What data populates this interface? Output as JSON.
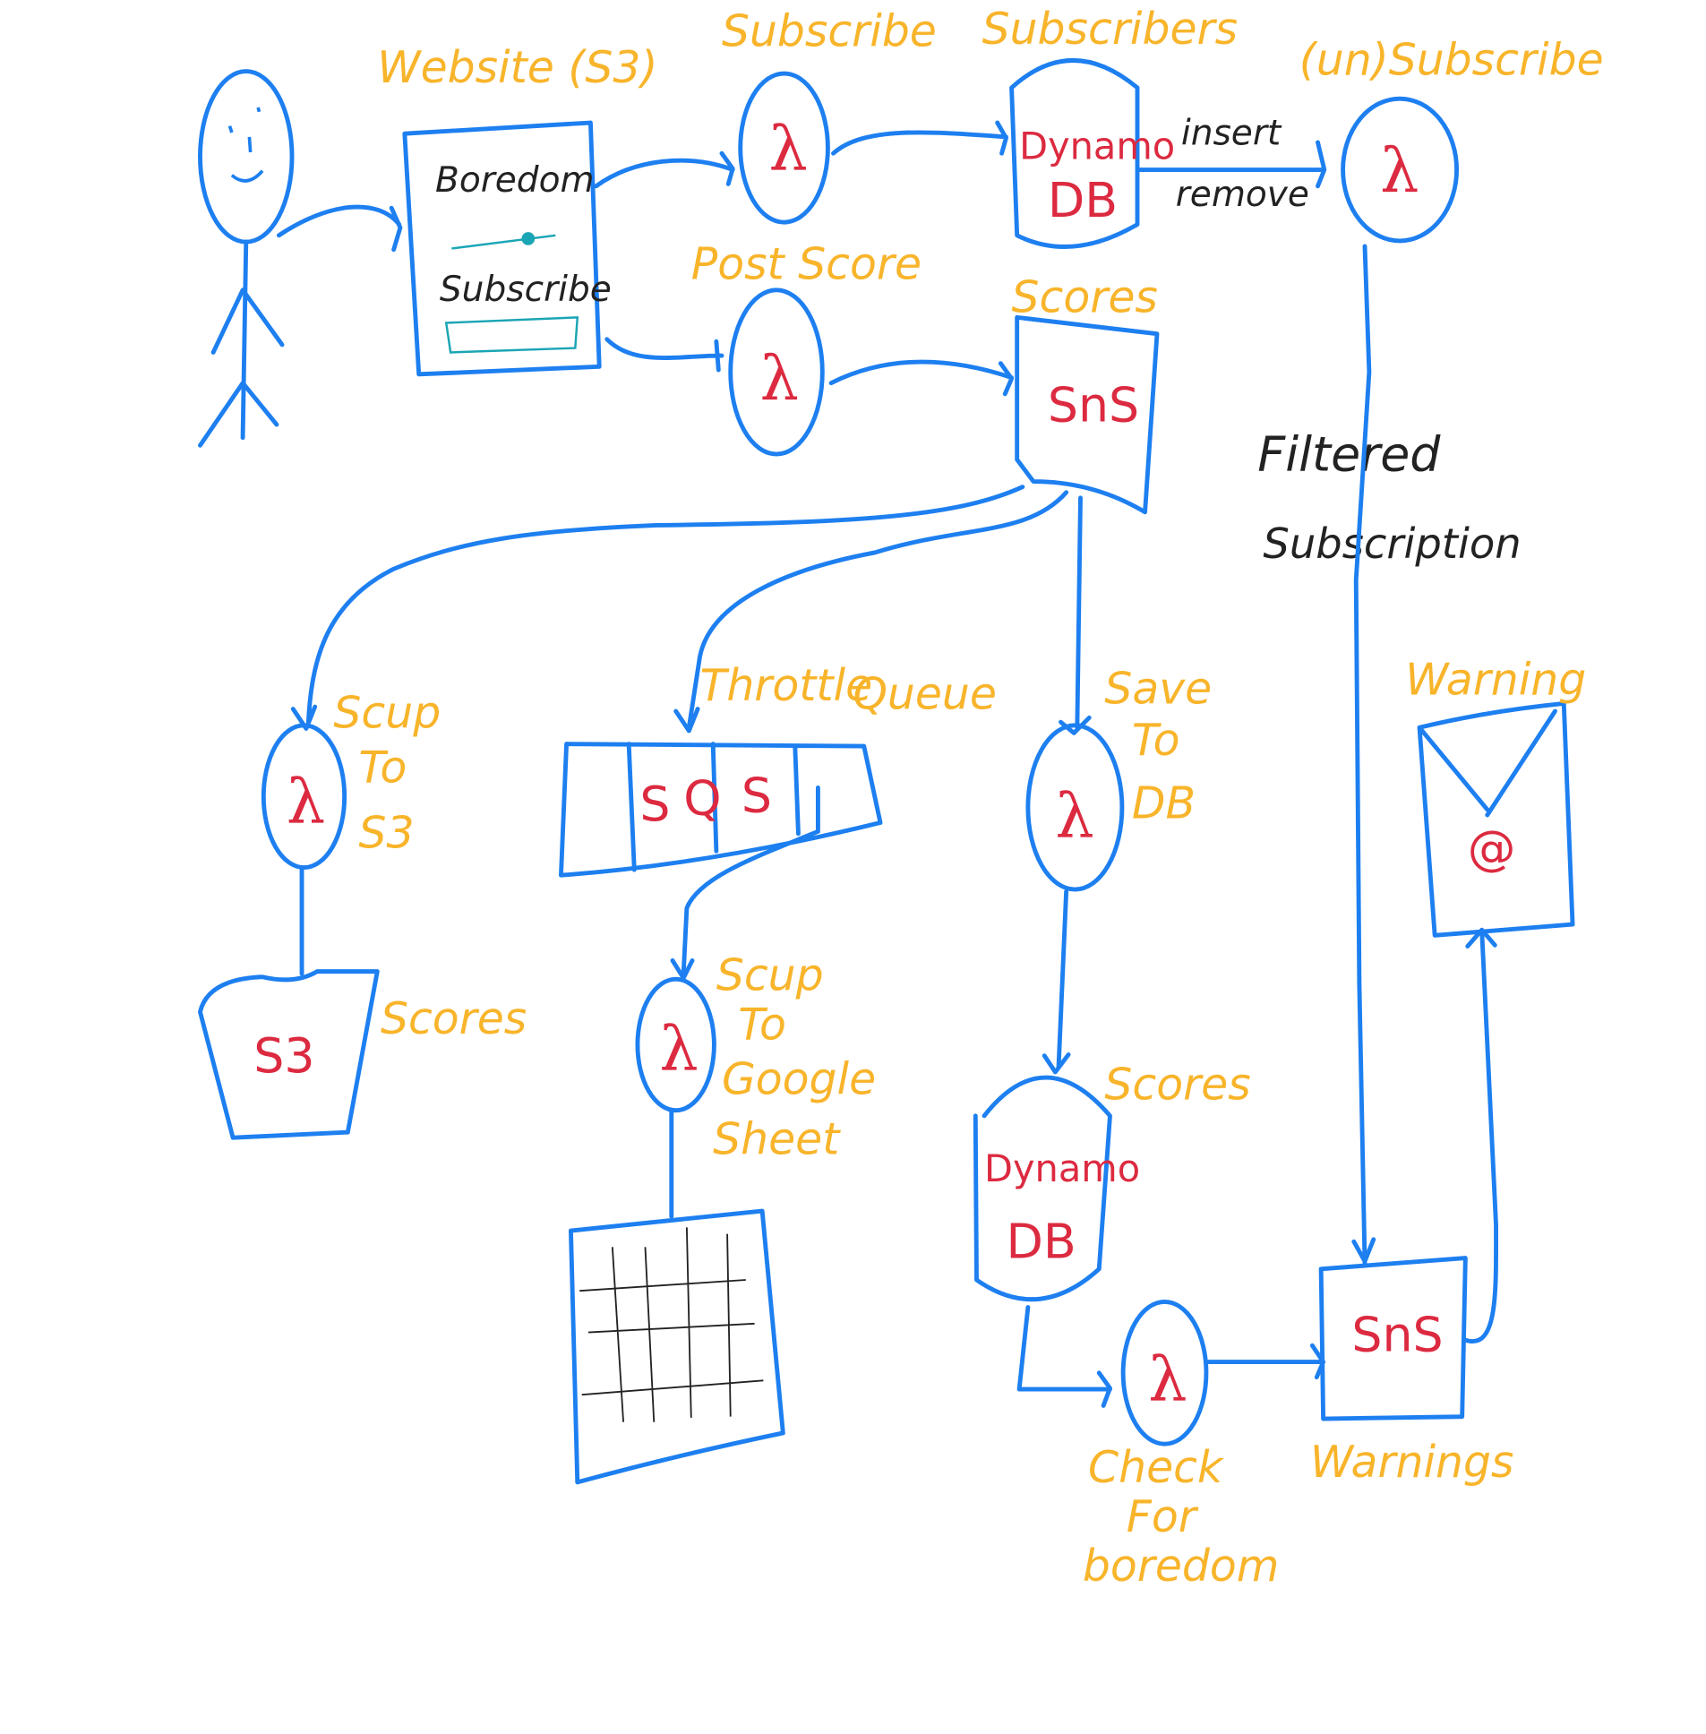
{
  "labels": {
    "website": "Website (S3)",
    "subscribe": "Subscribe",
    "subscribers": "Subscribers",
    "unsubscribe": "(un)Subscribe",
    "post_score": "Post Score",
    "scores_sns": "Scores",
    "insert": "insert",
    "remove": "remove",
    "filtered": "Filtered",
    "subscription": "Subscription",
    "scup_to_s3": [
      "Scup",
      "To",
      "S3"
    ],
    "throttle": "Throttle",
    "queue": "Queue",
    "save_to_db": [
      "Save",
      "To",
      "DB"
    ],
    "scores_s3": "Scores",
    "scup_to_sheet": [
      "Scup",
      "To",
      "Google",
      "Sheet"
    ],
    "scores_db": "Scores",
    "check_for_boredom": [
      "Check",
      "For",
      "boredom"
    ],
    "warnings": "Warnings",
    "warning": "Warning"
  },
  "website_content": {
    "title": "Boredom",
    "subscribe": "Subscribe"
  },
  "icons": {
    "lambda": "λ",
    "dynamo": "Dynamo",
    "db": "DB",
    "sns": "SnS",
    "s3": "S3",
    "sqs": [
      "S",
      "Q",
      "S"
    ],
    "at": "@"
  }
}
